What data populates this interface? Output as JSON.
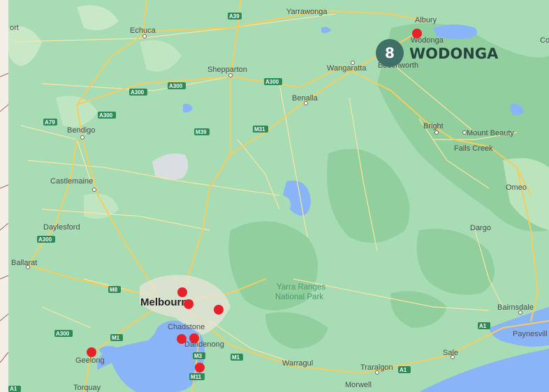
{
  "map": {
    "colors": {
      "land": "#a7dcb5",
      "forest": "#92cf9f",
      "water": "#8ab4f8",
      "road": "#f5cd5f",
      "minor_road": "#fbe6a2",
      "marker": "#e8202a",
      "callout_circle": "#3f6f66"
    },
    "park_label_line1": "Yarra Ranges",
    "park_label_line2": "National Park",
    "towns": [
      {
        "id": "echuca",
        "label": "Echuca"
      },
      {
        "id": "yarrawonga",
        "label": "Yarrawonga"
      },
      {
        "id": "albury",
        "label": "Albury"
      },
      {
        "id": "wodonga",
        "label": "Wodonga"
      },
      {
        "id": "shepparton",
        "label": "Shepparton"
      },
      {
        "id": "wangaratta",
        "label": "Wangaratta"
      },
      {
        "id": "beechworth",
        "label": "Beechworth"
      },
      {
        "id": "benalla",
        "label": "Benalla"
      },
      {
        "id": "bendigo",
        "label": "Bendigo"
      },
      {
        "id": "bright",
        "label": "Bright"
      },
      {
        "id": "mount_beauty",
        "label": "Mount Beauty"
      },
      {
        "id": "falls_creek",
        "label": "Falls Creek"
      },
      {
        "id": "castlemaine",
        "label": "Castlemaine"
      },
      {
        "id": "omeo",
        "label": "Omeo"
      },
      {
        "id": "daylesford",
        "label": "Daylesford"
      },
      {
        "id": "dargo",
        "label": "Dargo"
      },
      {
        "id": "ballarat",
        "label": "Ballarat"
      },
      {
        "id": "chadstone",
        "label": "Chadstone"
      },
      {
        "id": "dandenong",
        "label": "Dandenong"
      },
      {
        "id": "bairnsdale",
        "label": "Bairnsdale"
      },
      {
        "id": "paynesville",
        "label": "Paynesvill"
      },
      {
        "id": "geelong",
        "label": "Geelong"
      },
      {
        "id": "warragul",
        "label": "Warragul"
      },
      {
        "id": "traralgon",
        "label": "Traralgon"
      },
      {
        "id": "sale",
        "label": "Sale"
      },
      {
        "id": "torquay",
        "label": "Torquay"
      },
      {
        "id": "morwell",
        "label": "Morwell"
      },
      {
        "id": "port",
        "label": "ort"
      },
      {
        "id": "co",
        "label": "Co"
      }
    ],
    "city_label": "Melbourne",
    "shields": [
      {
        "id": "a39",
        "label": "A39"
      },
      {
        "id": "a300_1",
        "label": "A300"
      },
      {
        "id": "a300_2",
        "label": "A300"
      },
      {
        "id": "a300_3",
        "label": "A300"
      },
      {
        "id": "a300_4",
        "label": "A300"
      },
      {
        "id": "a300_5",
        "label": "A300"
      },
      {
        "id": "a300_6",
        "label": "A300"
      },
      {
        "id": "a79",
        "label": "A79"
      },
      {
        "id": "m39",
        "label": "M39"
      },
      {
        "id": "m31",
        "label": "M31"
      },
      {
        "id": "m8",
        "label": "M8"
      },
      {
        "id": "m1_a",
        "label": "M1"
      },
      {
        "id": "m1_b",
        "label": "M1"
      },
      {
        "id": "m3",
        "label": "M3"
      },
      {
        "id": "m11",
        "label": "M11"
      },
      {
        "id": "a1_a",
        "label": "A1"
      },
      {
        "id": "a1_b",
        "label": "A1"
      },
      {
        "id": "a1_c",
        "label": "A1"
      }
    ],
    "markers": [
      {
        "id": "wodonga_marker"
      },
      {
        "id": "melb_marker_1"
      },
      {
        "id": "melb_marker_2"
      },
      {
        "id": "melb_marker_3"
      },
      {
        "id": "melb_marker_4"
      },
      {
        "id": "melb_marker_5"
      },
      {
        "id": "geelong_marker"
      },
      {
        "id": "frankston_marker"
      }
    ],
    "callout": {
      "number": "8",
      "name": "WODONGA"
    }
  }
}
